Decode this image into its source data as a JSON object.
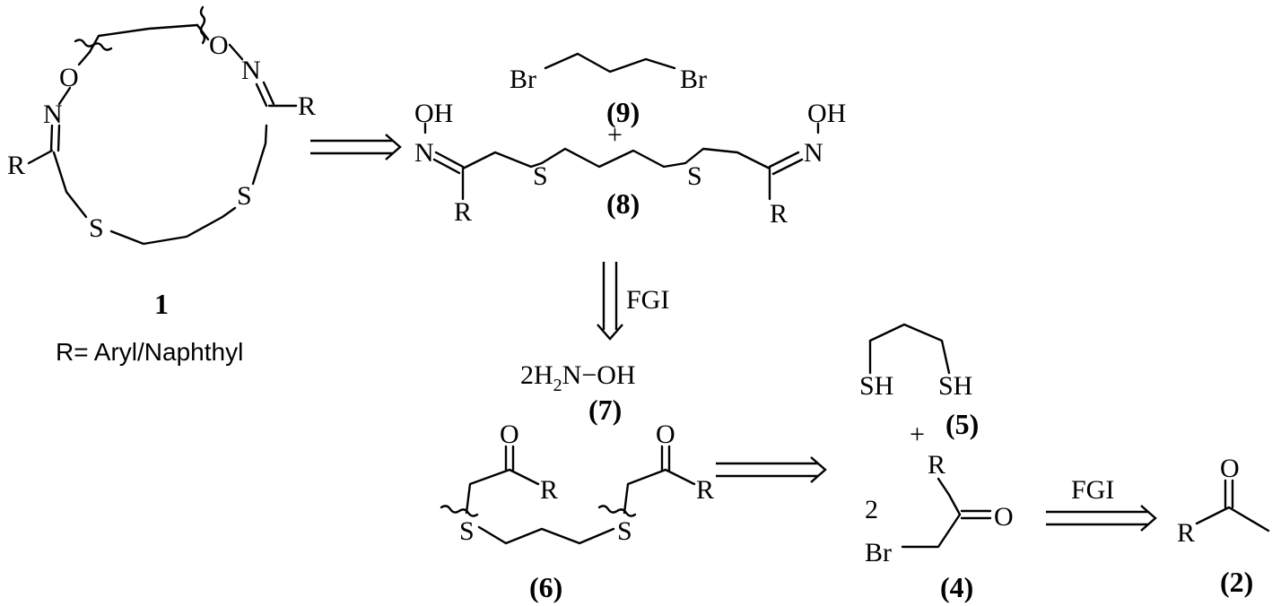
{
  "compound_1": {
    "label": "1",
    "r_note": "R= Aryl/Naphthyl",
    "atoms": {
      "o_left": "O",
      "o_right": "O",
      "n_left": "N",
      "n_right": "N",
      "r_left": "R",
      "r_right": "R",
      "s_left": "S",
      "s_right": "S"
    }
  },
  "compound_9": {
    "label": "(9)",
    "br_left": "Br",
    "br_right": "Br"
  },
  "plus_1": "+",
  "compound_8": {
    "label": "(8)",
    "atoms": {
      "oh_left": "OH",
      "n_left": "N",
      "r_left": "R",
      "s_left": "S",
      "s_right": "S",
      "oh_right": "OH",
      "n_right": "N",
      "r_right": "R"
    }
  },
  "arrow_fgi_1": {
    "label": "FGI"
  },
  "compound_7": {
    "coef": "2",
    "h": "H",
    "sub": "2",
    "n_oh": "N",
    "oh": "OH",
    "label": "(7)"
  },
  "compound_5": {
    "label": "(5)",
    "sh_left": "SH",
    "sh_right": "SH"
  },
  "plus_2": "+",
  "compound_6": {
    "label": "(6)",
    "atoms": {
      "o_left": "O",
      "r_left": "R",
      "s_left": "S",
      "o_right": "O",
      "r_right": "R",
      "s_right": "S"
    }
  },
  "compound_4": {
    "label": "(4)",
    "coef": "2",
    "r": "R",
    "o": "O",
    "br": "Br"
  },
  "arrow_fgi_2": {
    "label": "FGI"
  },
  "compound_2": {
    "label": "(2)",
    "o": "O",
    "r": "R"
  }
}
